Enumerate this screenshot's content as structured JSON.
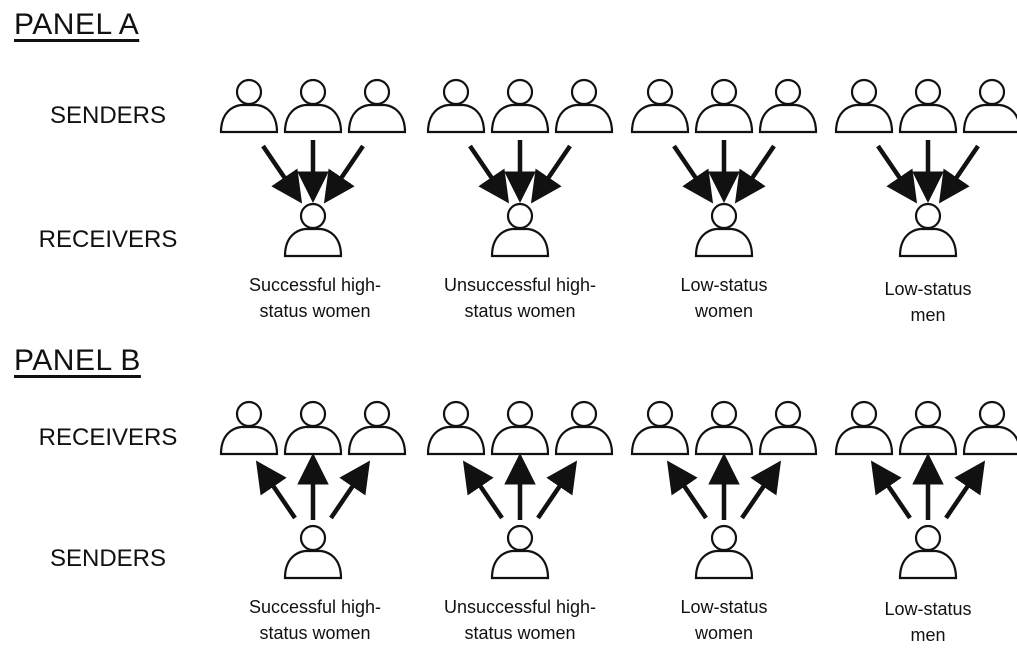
{
  "panel_a": {
    "title": "PANEL A",
    "top_row_label": "SENDERS",
    "bottom_row_label": "RECEIVERS",
    "groups": [
      {
        "caption_line1": "Successful high-",
        "caption_line2": "status women"
      },
      {
        "caption_line1": "Unsuccessful high-",
        "caption_line2": "status women"
      },
      {
        "caption_line1": "Low-status",
        "caption_line2": "women"
      },
      {
        "caption_line1": "Low-status",
        "caption_line2": "men"
      }
    ]
  },
  "panel_b": {
    "title": "PANEL B",
    "top_row_label": "RECEIVERS",
    "bottom_row_label": "SENDERS",
    "groups": [
      {
        "caption_line1": "Successful high-",
        "caption_line2": "status women"
      },
      {
        "caption_line1": "Unsuccessful high-",
        "caption_line2": "status women"
      },
      {
        "caption_line1": "Low-status",
        "caption_line2": "women"
      },
      {
        "caption_line1": "Low-status",
        "caption_line2": "men"
      }
    ]
  },
  "icons": {
    "person": "person-icon",
    "arrow": "arrow-icon"
  },
  "colors": {
    "stroke": "#111111",
    "background": "#ffffff"
  }
}
